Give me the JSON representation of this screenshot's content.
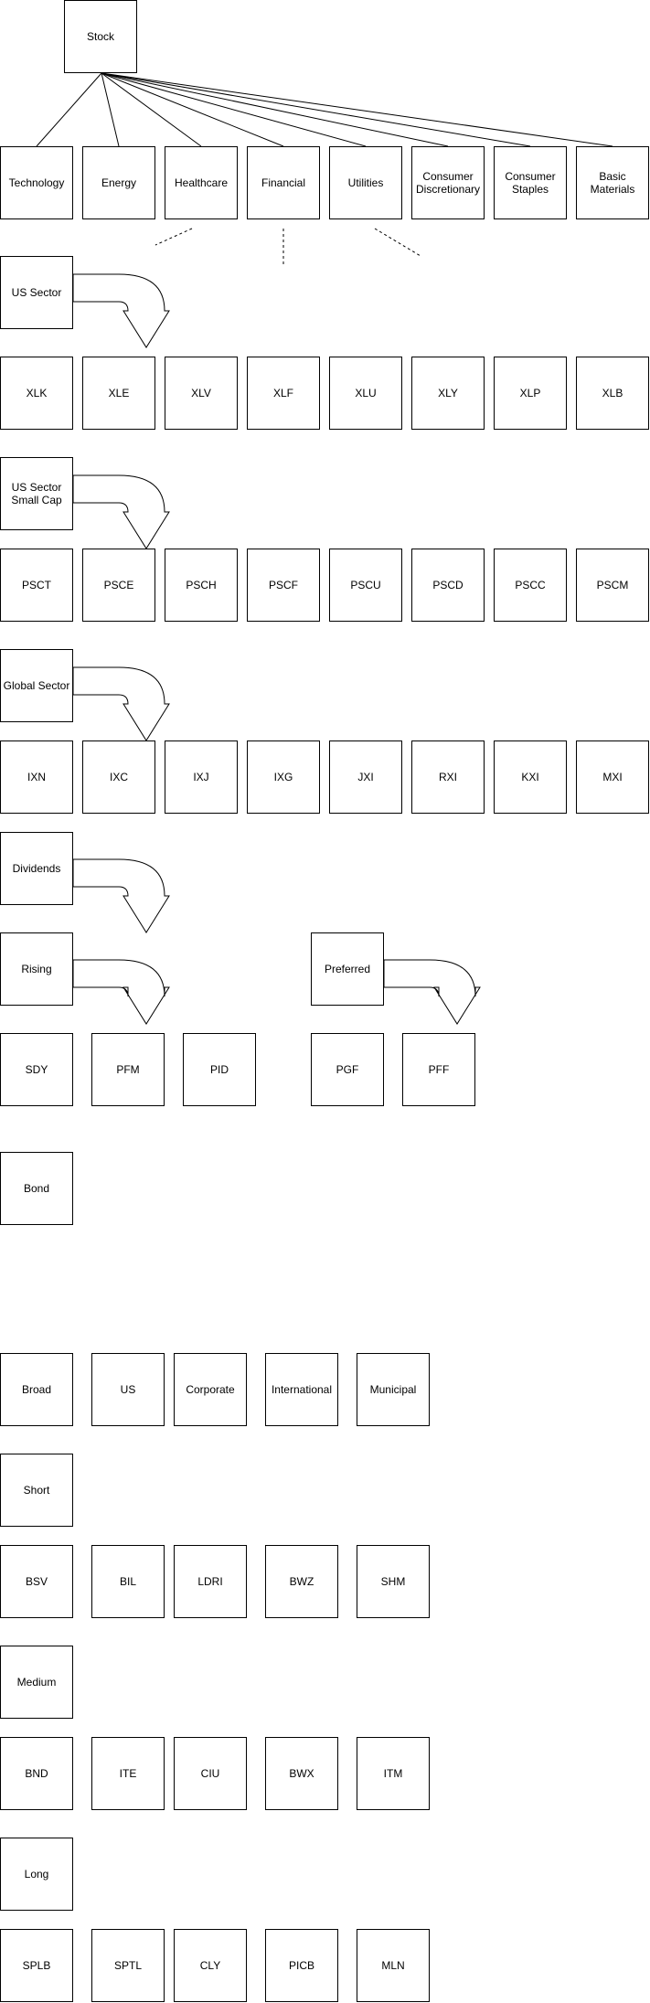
{
  "stock": "Stock",
  "sectors": [
    "Technology",
    "Energy",
    "Healthcare",
    "Financial",
    "Utilities",
    "Consumer\nDiscretionary",
    "Consumer\nStaples",
    "Basic\nMaterials"
  ],
  "us_sector": {
    "label": "US Sector",
    "items": [
      "XLK",
      "XLE",
      "XLV",
      "XLF",
      "XLU",
      "XLY",
      "XLP",
      "XLB"
    ]
  },
  "us_sector_small_cap": {
    "label": "US Sector\nSmall Cap",
    "items": [
      "PSCT",
      "PSCE",
      "PSCH",
      "PSCF",
      "PSCU",
      "PSCD",
      "PSCC",
      "PSCM"
    ]
  },
  "global_sector": {
    "label": "Global Sector",
    "items": [
      "IXN",
      "IXC",
      "IXJ",
      "IXG",
      "JXI",
      "RXI",
      "KXI",
      "MXI"
    ]
  },
  "dividends": {
    "label": "Dividends",
    "rising": {
      "label": "Rising",
      "items": [
        "SDY",
        "PFM",
        "PID"
      ]
    },
    "preferred": {
      "label": "Preferred",
      "items": [
        "PGF",
        "PFF"
      ]
    }
  },
  "bond": {
    "label": "Bond",
    "categories": [
      "Broad",
      "US",
      "Corporate",
      "International",
      "Municipal"
    ],
    "short": {
      "label": "Short",
      "items": [
        "BSV",
        "BIL",
        "LDRI",
        "BWZ",
        "SHM"
      ]
    },
    "medium": {
      "label": "Medium",
      "items": [
        "BND",
        "ITE",
        "CIU",
        "BWX",
        "ITM"
      ]
    },
    "long": {
      "label": "Long",
      "items": [
        "SPLB",
        "SPTL",
        "CLY",
        "PICB",
        "MLN"
      ]
    }
  }
}
